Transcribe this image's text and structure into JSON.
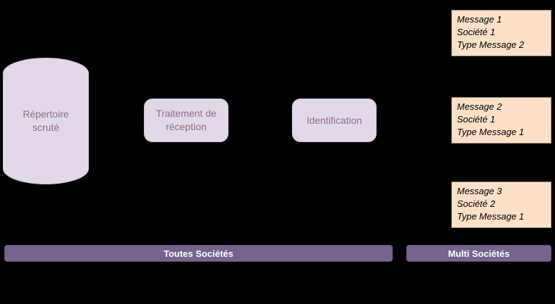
{
  "diagram": {
    "source": {
      "name": "repertoire-scrute",
      "label_line1": "Répertoire",
      "label_line2": "scruté",
      "shape": "cylinder-database",
      "fill_color": "#e3d8e9",
      "text_color": "#8e6e8c"
    },
    "processes": [
      {
        "name": "traitement-de-reception",
        "label_line1": "Traitement de",
        "label_line2": "réception",
        "shape": "rounded-rectangle",
        "fill_color": "#e3d8e9",
        "text_color": "#8e6e8c"
      },
      {
        "name": "identification",
        "label_line1": "Identification",
        "label_line2": "",
        "shape": "rounded-rectangle",
        "fill_color": "#e3d8e9",
        "text_color": "#8e6e8c"
      }
    ],
    "messages": [
      {
        "name": "message-1",
        "message": "Message 1",
        "societe": "Société 1",
        "type": "Type Message 2",
        "fill_color": "#fce0c7",
        "text_color": "#000000"
      },
      {
        "name": "message-2",
        "message": "Message 2",
        "societe": "Société 1",
        "type": "Type Message 1",
        "fill_color": "#fce0c7",
        "text_color": "#000000"
      },
      {
        "name": "message-3",
        "message": "Message 3",
        "societe": "Société 2",
        "type": "Type Message 1",
        "fill_color": "#fce0c7",
        "text_color": "#000000"
      }
    ],
    "scope_bars": [
      {
        "name": "toutes-societes",
        "label": "Toutes Sociétés",
        "fill_color": "#77638d",
        "text_color": "#ffffff"
      },
      {
        "name": "multi-societes",
        "label": "Multi Sociétés",
        "fill_color": "#77638d",
        "text_color": "#ffffff"
      }
    ],
    "background_color": "#000000"
  }
}
